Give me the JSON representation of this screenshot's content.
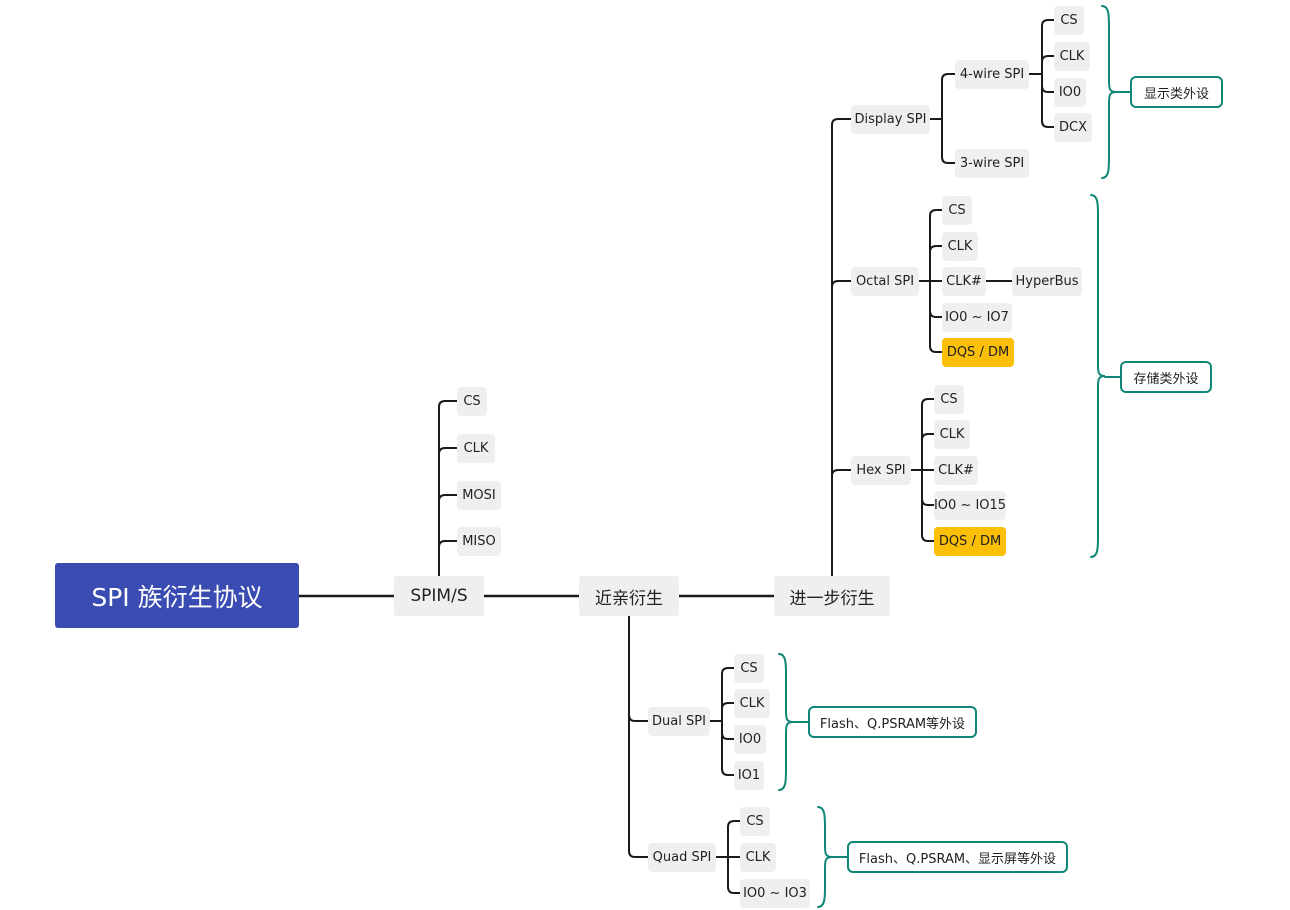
{
  "root": "SPI 族衍生协议",
  "spims": {
    "label": "SPIM/S",
    "signals": [
      "CS",
      "CLK",
      "MOSI",
      "MISO"
    ]
  },
  "close": {
    "label": "近亲衍生",
    "dual": {
      "label": "Dual SPI",
      "signals": [
        "CS",
        "CLK",
        "IO0",
        "IO1"
      ],
      "note": "Flash、Q.PSRAM等外设"
    },
    "quad": {
      "label": "Quad SPI",
      "signals": [
        "CS",
        "CLK",
        "IO0 ~ IO3"
      ],
      "note": "Flash、Q.PSRAM、显示屏等外设"
    }
  },
  "further": {
    "label": "进一步衍生",
    "display": {
      "label": "Display SPI",
      "four_wire": {
        "label": "4-wire SPI",
        "signals": [
          "CS",
          "CLK",
          "IO0",
          "DCX"
        ]
      },
      "three_wire": "3-wire SPI",
      "note": "显示类外设"
    },
    "octal": {
      "label": "Octal SPI",
      "signals": [
        "CS",
        "CLK",
        "CLK#",
        "IO0 ~ IO7",
        "DQS / DM"
      ],
      "hyperbus": "HyperBus"
    },
    "hex": {
      "label": "Hex SPI",
      "signals": [
        "CS",
        "CLK",
        "CLK#",
        "IO0 ~ IO15",
        "DQS / DM"
      ]
    },
    "storage_note": "存储类外设"
  },
  "colors": {
    "root": "#3a4cb2",
    "node": "#efefef",
    "highlight": "#fbbf08",
    "bracket": "#0f8677",
    "line": "#1a1a1a"
  }
}
